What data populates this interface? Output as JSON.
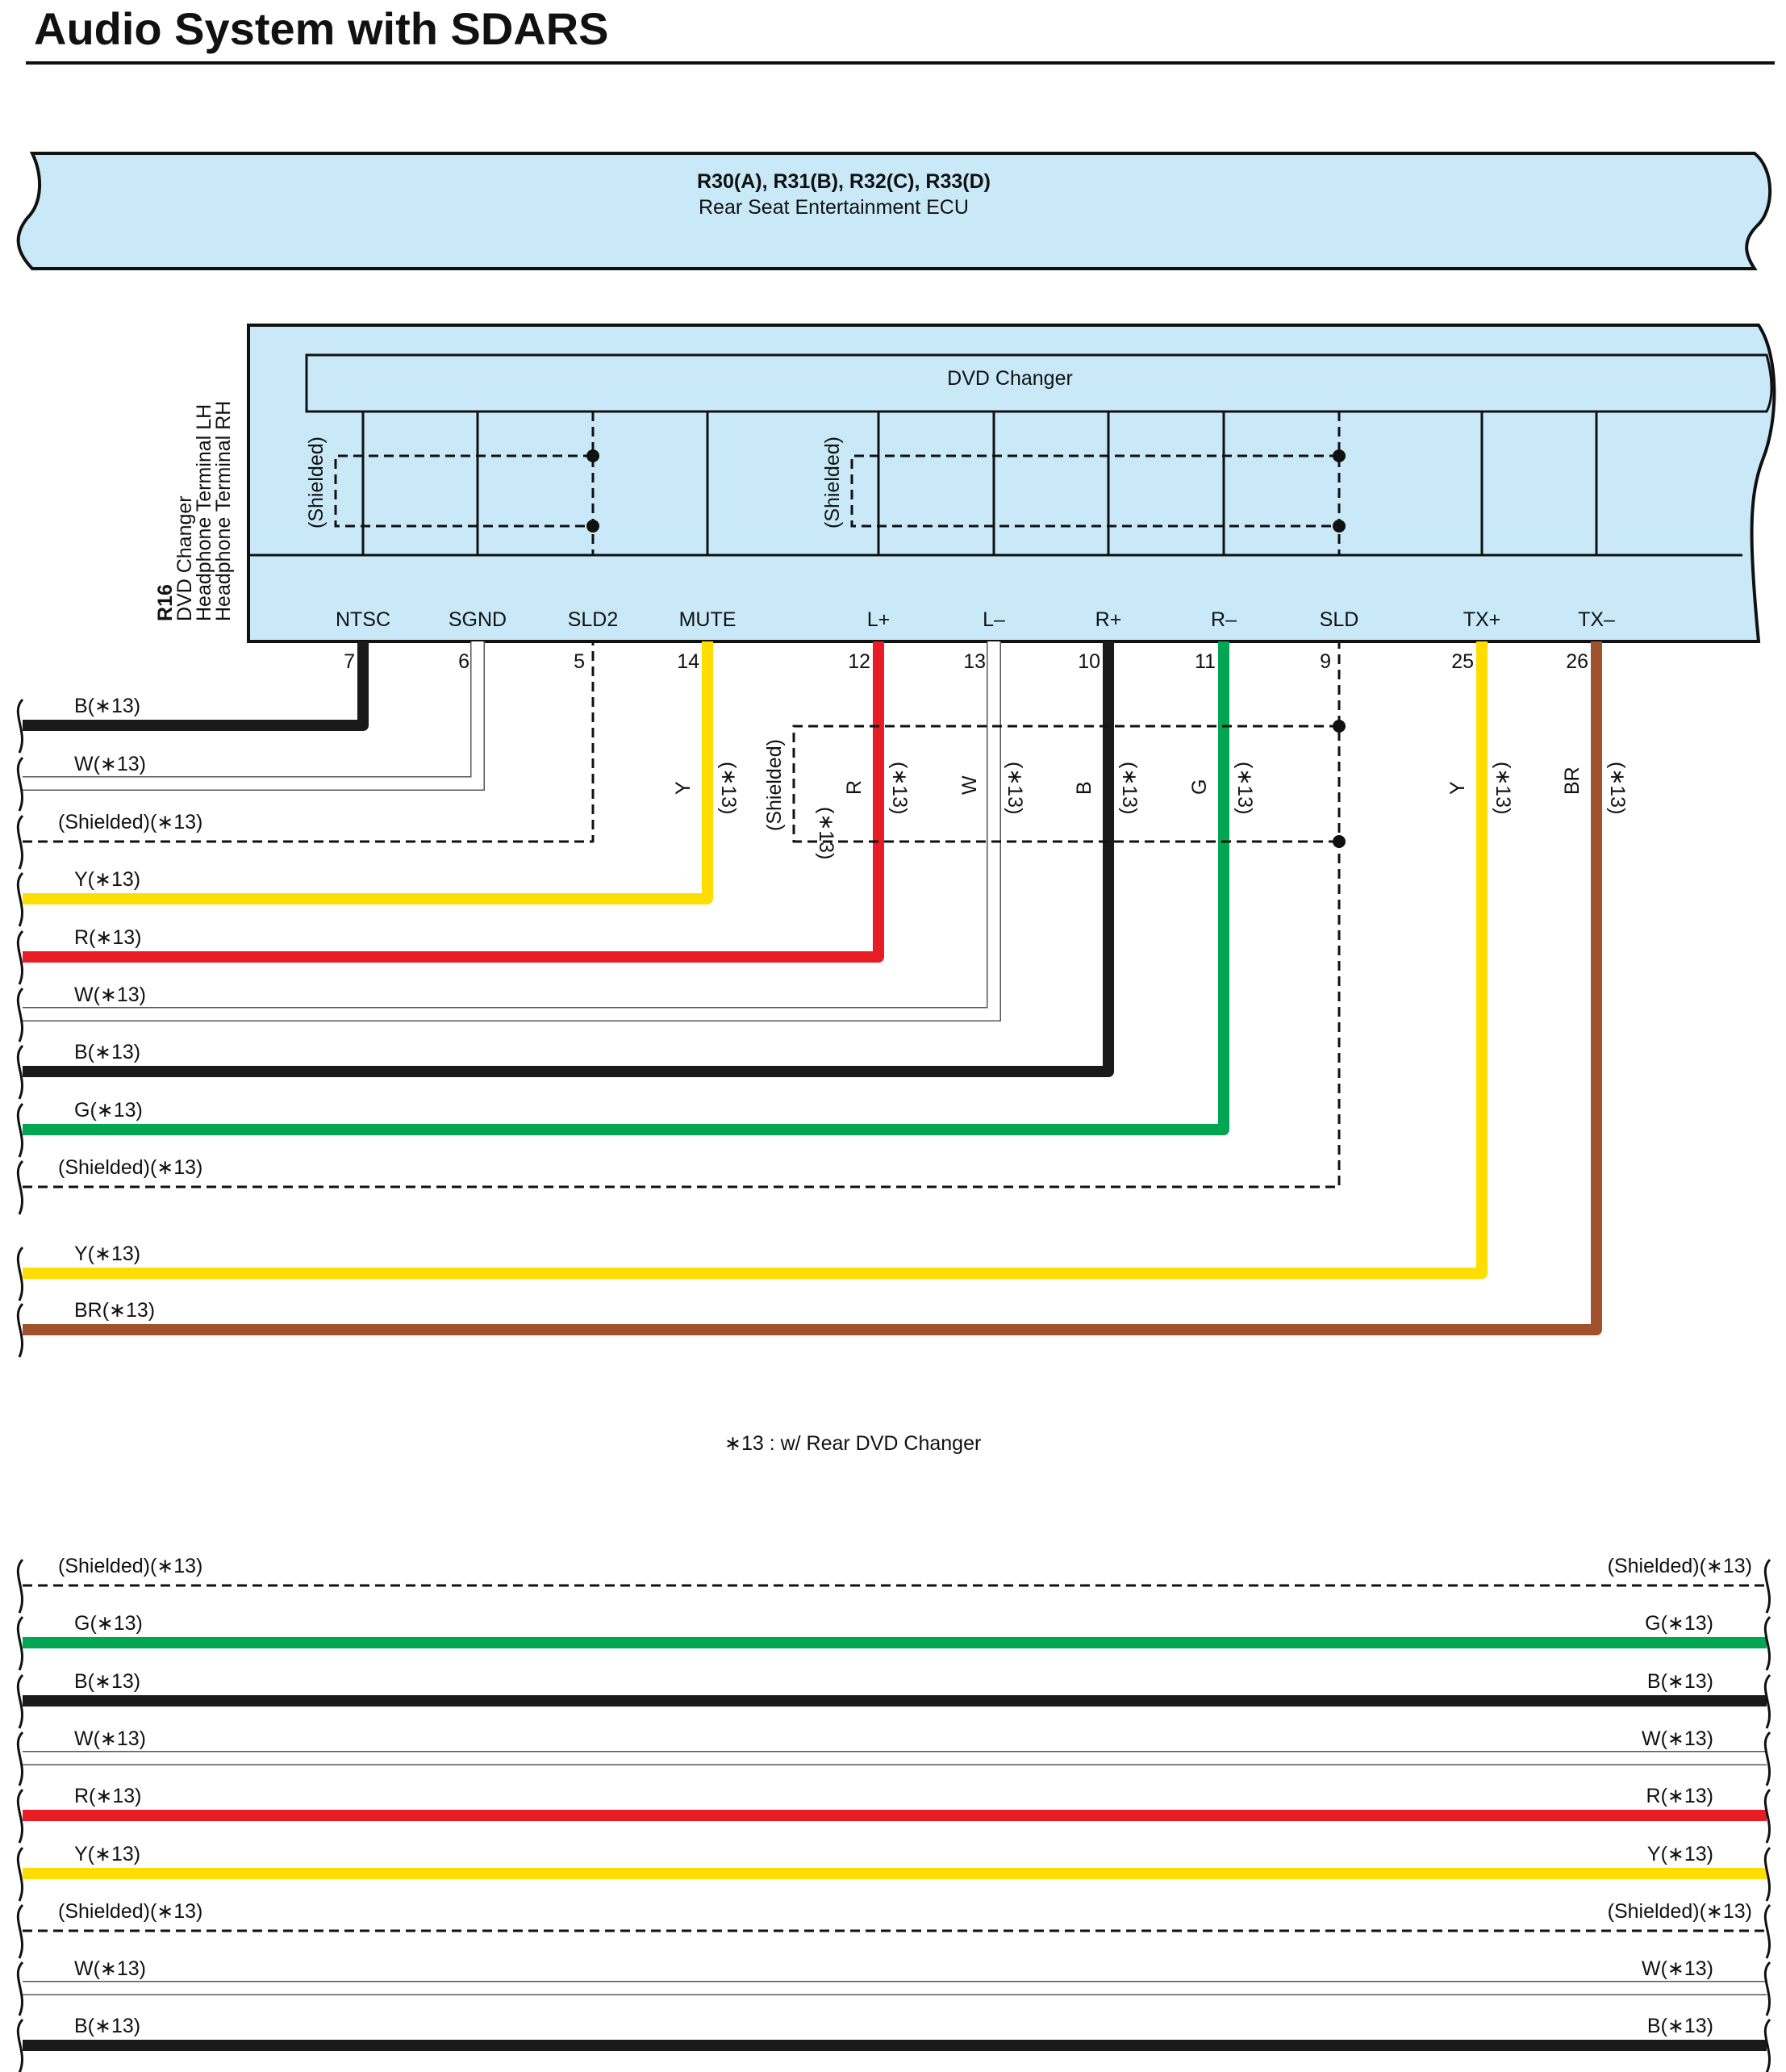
{
  "page": {
    "title": "Audio System with SDARS"
  },
  "colors": {
    "box": "#c9e9f8",
    "B": "#1a1a1a",
    "W": "#ffffff",
    "Y": "#ffdd00",
    "R": "#e81c24",
    "G": "#00a651",
    "BR": "#a0522d",
    "shield": "#111111"
  },
  "ecu": {
    "connector_ids": "R30(A), R31(B), R32(C), R33(D)",
    "name": "Rear Seat Entertainment ECU"
  },
  "r16": {
    "id": "R16",
    "line1": "DVD Changer",
    "line2": "Headphone Terminal LH",
    "line3": "Headphone Terminal RH",
    "sub": "DVD Changer",
    "shield_labels": [
      "(Shielded)",
      "(Shielded)"
    ]
  },
  "pins": [
    {
      "name": "NTSC",
      "num": "7"
    },
    {
      "name": "SGND",
      "num": "6"
    },
    {
      "name": "SLD2",
      "num": "5"
    },
    {
      "name": "MUTE",
      "num": "14"
    },
    {
      "name": "L+",
      "num": "12"
    },
    {
      "name": "L–",
      "num": "13"
    },
    {
      "name": "R+",
      "num": "10"
    },
    {
      "name": "R–",
      "num": "11"
    },
    {
      "name": "SLD",
      "num": "9"
    },
    {
      "name": "TX+",
      "num": "25"
    },
    {
      "name": "TX–",
      "num": "26"
    }
  ],
  "vertical_labels": [
    {
      "color": "Y",
      "note": "(∗13)"
    },
    {
      "color": "R",
      "note": "(∗13)"
    },
    {
      "color": "W",
      "note": "(∗13)"
    },
    {
      "color": "B",
      "note": "(∗13)"
    },
    {
      "color": "G",
      "note": "(∗13)"
    },
    {
      "color": "Y",
      "note": "(∗13)"
    },
    {
      "color": "BR",
      "note": "(∗13)"
    }
  ],
  "vertical_shield_label": {
    "text": "(Shielded)",
    "note": "(∗13)"
  },
  "wires_top": [
    {
      "label": "B(∗13)",
      "color": "B"
    },
    {
      "label": "W(∗13)",
      "color": "W"
    },
    {
      "label": "(Shielded)(∗13)",
      "color": "shield"
    },
    {
      "label": "Y(∗13)",
      "color": "Y"
    },
    {
      "label": "R(∗13)",
      "color": "R"
    },
    {
      "label": "W(∗13)",
      "color": "W"
    },
    {
      "label": "B(∗13)",
      "color": "B"
    },
    {
      "label": "G(∗13)",
      "color": "G"
    },
    {
      "label": "(Shielded)(∗13)",
      "color": "shield"
    },
    {
      "label": "Y(∗13)",
      "color": "Y"
    },
    {
      "label": "BR(∗13)",
      "color": "BR"
    }
  ],
  "footnote": "∗13 : w/ Rear DVD Changer",
  "wires_bottom": [
    {
      "left": "(Shielded)(∗13)",
      "right": "(Shielded)(∗13)",
      "color": "shield"
    },
    {
      "left": "G(∗13)",
      "right": "G(∗13)",
      "color": "G"
    },
    {
      "left": "B(∗13)",
      "right": "B(∗13)",
      "color": "B"
    },
    {
      "left": "W(∗13)",
      "right": "W(∗13)",
      "color": "W"
    },
    {
      "left": "R(∗13)",
      "right": "R(∗13)",
      "color": "R"
    },
    {
      "left": "Y(∗13)",
      "right": "Y(∗13)",
      "color": "Y"
    },
    {
      "left": "(Shielded)(∗13)",
      "right": "(Shielded)(∗13)",
      "color": "shield"
    },
    {
      "left": "W(∗13)",
      "right": "W(∗13)",
      "color": "W"
    },
    {
      "left": "B(∗13)",
      "right": "B(∗13)",
      "color": "B"
    }
  ]
}
